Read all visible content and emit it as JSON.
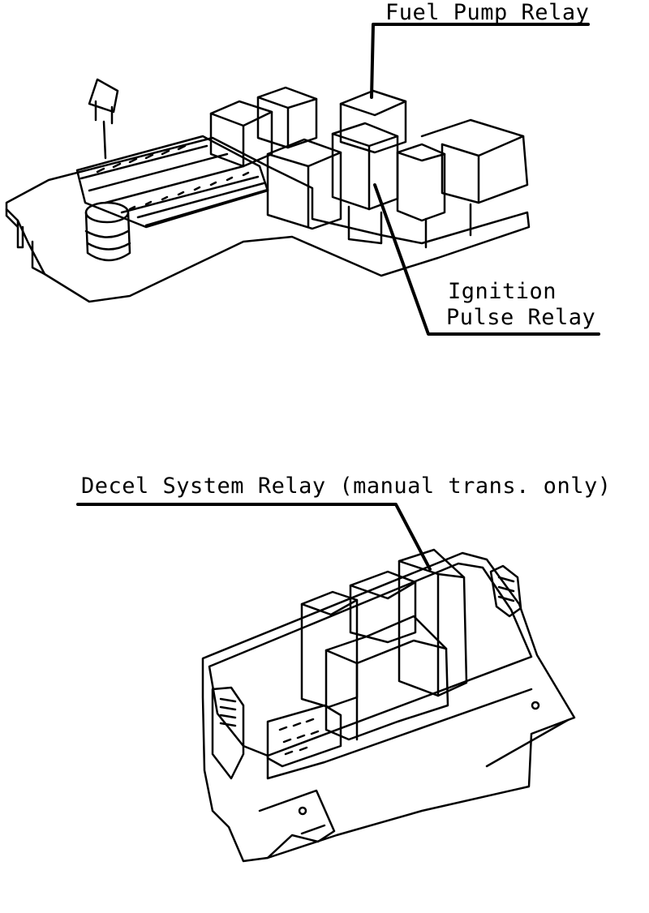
{
  "callouts": {
    "fuel_pump_relay": "Fuel Pump Relay",
    "ignition_line1": "Ignition",
    "ignition_line2": "Pulse Relay",
    "decel_relay": "Decel System Relay (manual trans. only)"
  }
}
